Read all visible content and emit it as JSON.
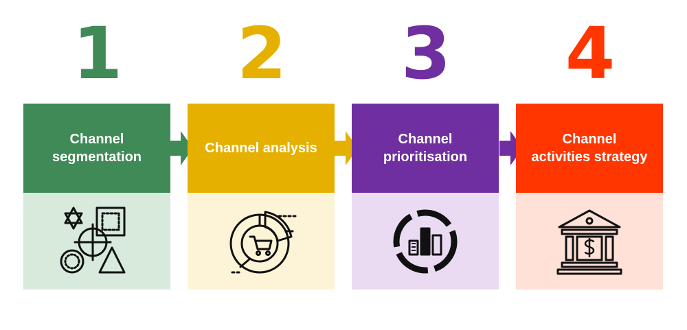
{
  "steps": [
    {
      "number": "1",
      "label": "Channel\nsegmentation",
      "color": "#3f8a56",
      "tint": "#d7eadb",
      "icon": "shapes-icon"
    },
    {
      "number": "2",
      "label": "Channel analysis",
      "color": "#e6b000",
      "tint": "#fdf4d8",
      "icon": "cart-chart-icon"
    },
    {
      "number": "3",
      "label": "Channel\nprioritisation",
      "color": "#6f2fa0",
      "tint": "#eadbf3",
      "icon": "bar-chart-icon"
    },
    {
      "number": "4",
      "label": "Channel\nactivities strategy",
      "color": "#ff3600",
      "tint": "#ffe1d8",
      "icon": "bank-icon"
    }
  ]
}
